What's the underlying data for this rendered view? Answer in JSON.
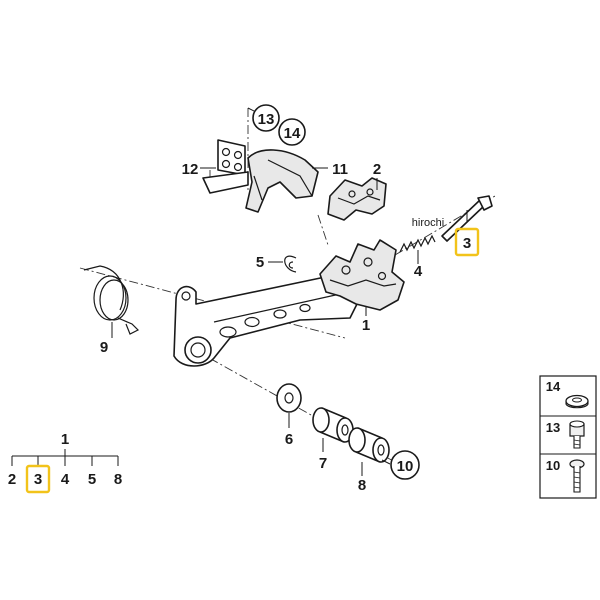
{
  "colors": {
    "highlight": "#f2c31a",
    "ink": "#1a1a1a",
    "background": "#ffffff"
  },
  "watermark": "hirochi",
  "callouts": {
    "c1": "1",
    "c2": "2",
    "c3": "3",
    "c4": "4",
    "c5": "5",
    "c6": "6",
    "c7": "7",
    "c8": "8",
    "c9": "9",
    "c10": "10",
    "c11": "11",
    "c12": "12",
    "c13": "13",
    "c14": "14"
  },
  "tree": {
    "root": "1",
    "children": [
      "2",
      "3",
      "4",
      "5",
      "8"
    ],
    "highlighted": "3"
  },
  "legend": {
    "items": [
      {
        "label": "14",
        "icon": "washer-icon"
      },
      {
        "label": "13",
        "icon": "socket-head-screw-icon"
      },
      {
        "label": "10",
        "icon": "torx-bolt-icon"
      }
    ]
  }
}
